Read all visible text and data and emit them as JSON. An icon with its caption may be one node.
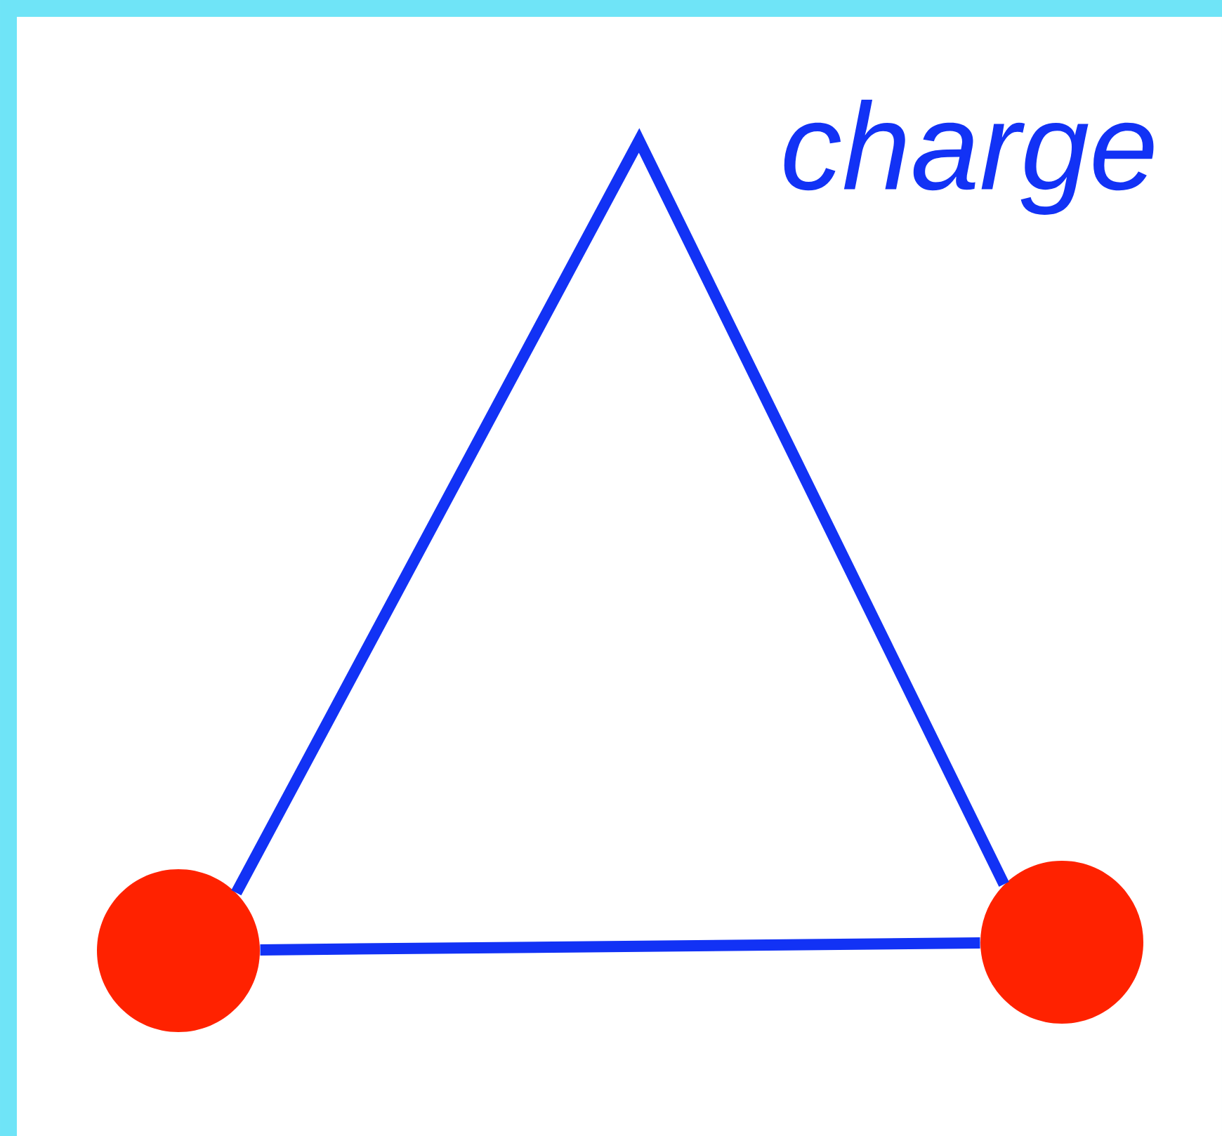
{
  "diagram": {
    "nodes": [
      {
        "text": [],
        "shape": "circle"
      },
      {
        "text": [],
        "shape": "circle"
      }
    ],
    "edges": [
      {
        "from": 0,
        "to": 1,
        "arrow": "none"
      },
      {
        "from": 0,
        "to": 1,
        "arrow": "none"
      }
    ],
    "labels": [
      "charge"
    ]
  }
}
